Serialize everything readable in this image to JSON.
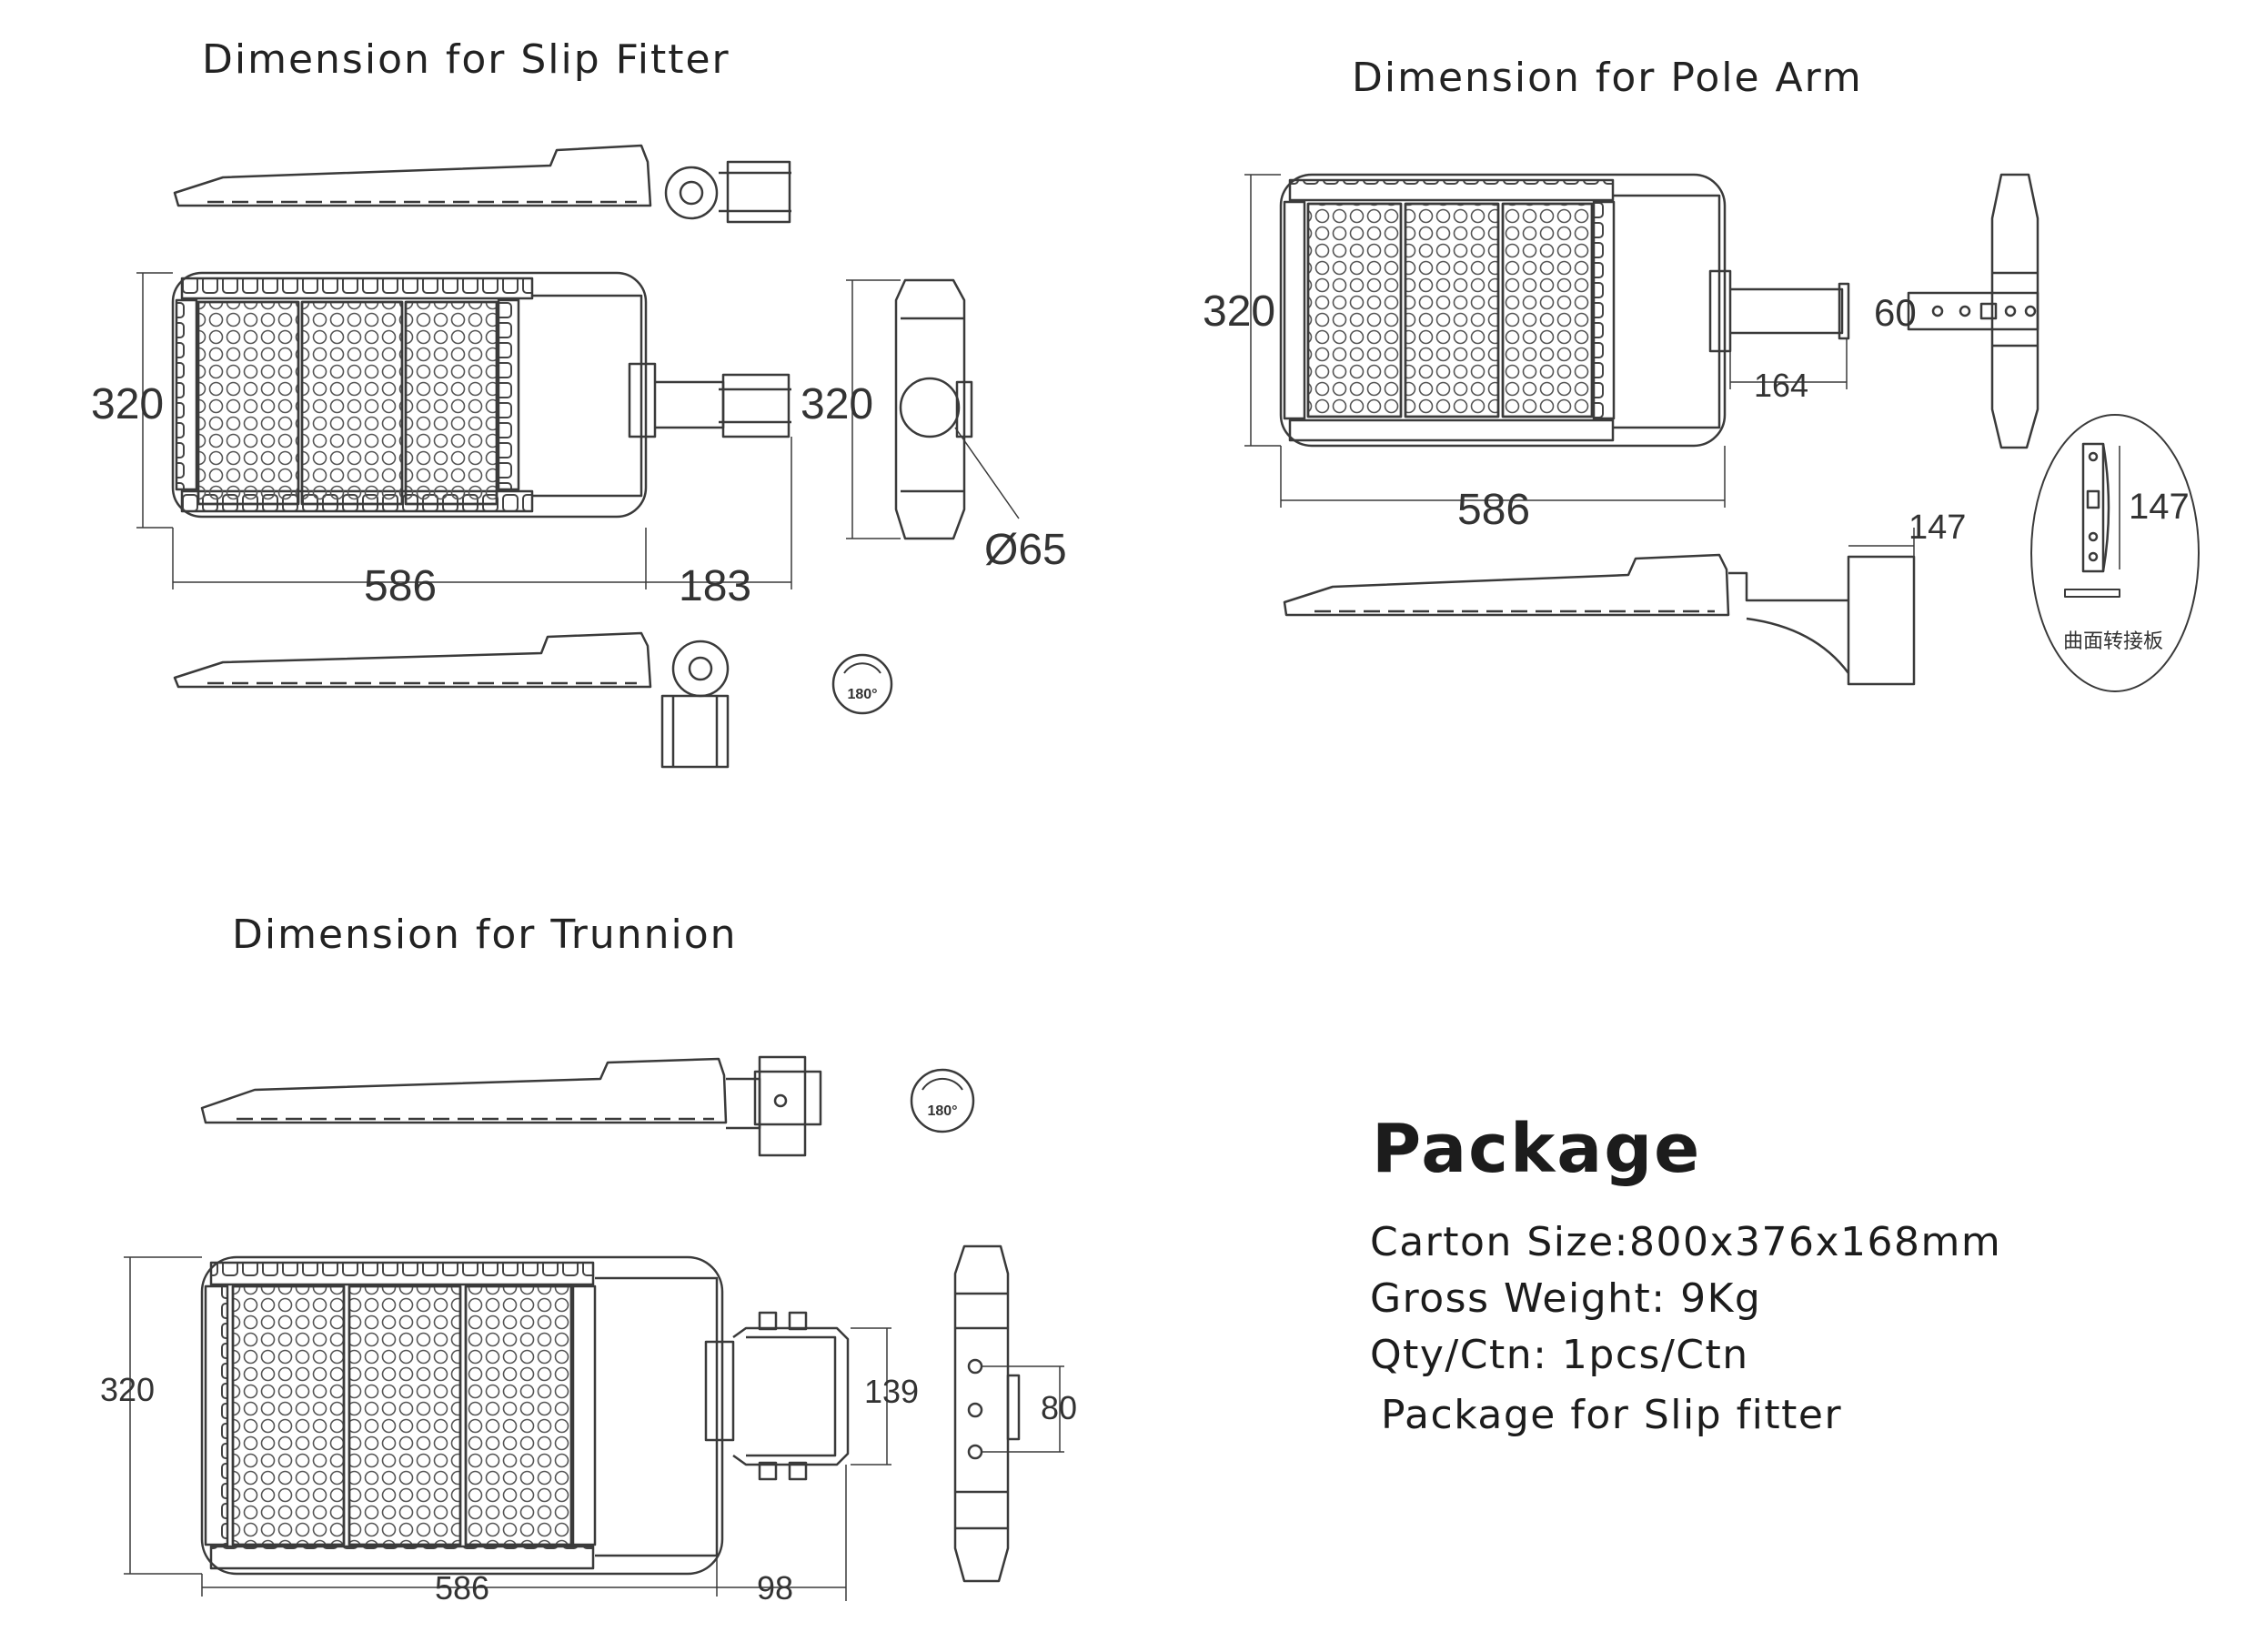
{
  "sections": {
    "slip_fitter": {
      "title": "Dimension for Slip Fitter"
    },
    "pole_arm": {
      "title": "Dimension for Pole Arm"
    },
    "trunnion": {
      "title": "Dimension for Trunnion"
    }
  },
  "dimensions": {
    "slip_fitter": {
      "width": "320",
      "length": "586",
      "fitter_length": "183",
      "side_height": "320",
      "diameter": "Ø65",
      "rotation": "180°"
    },
    "pole_arm": {
      "width": "320",
      "length": "586",
      "arm_length": "164",
      "arm_width": "60",
      "plate_height": "147",
      "plate_height_detail": "147",
      "plate_label": "曲面转接板"
    },
    "trunnion": {
      "width": "320",
      "length": "586",
      "bracket_length": "98",
      "bracket_width": "139",
      "side_width": "80",
      "rotation": "180°"
    }
  },
  "package": {
    "title": "Package",
    "carton_size": "Carton Size:800x376x168mm",
    "gross_weight": "Gross Weight: 9Kg",
    "qty": "Qty/Ctn: 1pcs/Ctn",
    "note": "Package for Slip fitter"
  }
}
